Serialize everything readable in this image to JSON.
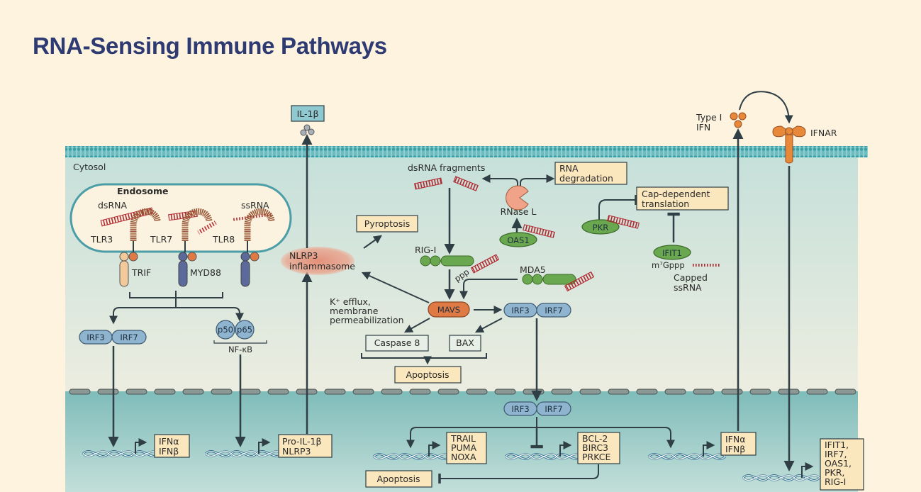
{
  "slide": {
    "title": "RNA-Sensing Immune Pathways"
  },
  "compartments": {
    "cytosol": "Cytosol",
    "endosome": "Endosome"
  },
  "colors": {
    "title": "#2e3a72",
    "background": "#fdf3df",
    "cytosol": "#cfe3dc",
    "nucleus": "#86bfbd",
    "membrane": "#3aa0a8",
    "arrow": "#2f3f45",
    "output_box_fill": "#fbe7bd",
    "rna": "#b0272e",
    "receptor_brown": "#9a5a3a",
    "mavs": "#e07a45",
    "irf": "#8fb4cf",
    "green_protein": "#6aa84f",
    "ifnar": "#e8893a"
  },
  "endosome": {
    "ligands": [
      "dsRNA",
      "ssRNA"
    ],
    "receptors": [
      "TLR3",
      "TLR7",
      "TLR8"
    ],
    "adaptors": [
      "TRIF",
      "MYD88"
    ]
  },
  "extracellular": {
    "il1b": "IL-1β",
    "type1_ifn": [
      "Type I",
      "IFN"
    ],
    "ifnar": "IFNAR"
  },
  "cytosol_nodes": {
    "irf3": "IRF3",
    "irf7": "IRF7",
    "p50": "p50",
    "p65": "p65",
    "nfkb": "NF-κB",
    "nlrp3": [
      "NLRP3",
      "inflammasome"
    ],
    "pyroptosis": "Pyroptosis",
    "dsrna_fragments": "dsRNA fragments",
    "rna_degradation": [
      "RNA",
      "degradation"
    ],
    "rnase_l": "RNase L",
    "oas1": "OAS1",
    "pkr": "PKR",
    "cap_dependent": [
      "Cap-dependent",
      "translation"
    ],
    "ifit1": "IFIT1",
    "m7gppp": "m⁷Gppp",
    "capped_ssrna": [
      "Capped",
      "ssRNA"
    ],
    "rig_i": "RIG-I",
    "ppp": "ppp",
    "mda5": "MDA5",
    "mavs": "MAVS",
    "k_efflux": [
      "K⁺ efflux,",
      "membrane",
      "permeabilization"
    ],
    "caspase8": "Caspase 8",
    "bax": "BAX",
    "apoptosis": "Apoptosis"
  },
  "nucleus_nodes": {
    "ifn_genes": [
      "IFNα",
      "IFNβ"
    ],
    "pro_il1b": [
      "Pro-IL-1β",
      "NLRP3"
    ],
    "irf3": "IRF3",
    "irf7": "IRF7",
    "pro_apoptotic": [
      "TRAIL",
      "PUMA",
      "NOXA"
    ],
    "anti_apoptotic": [
      "BCL-2",
      "BIRC3",
      "PRKCE"
    ],
    "ifn_genes_2": [
      "IFNα",
      "IFNβ"
    ],
    "isg": [
      "IFIT1,",
      "IRF7,",
      "OAS1,",
      "PKR,",
      "RIG-I"
    ],
    "apoptosis": "Apoptosis"
  }
}
